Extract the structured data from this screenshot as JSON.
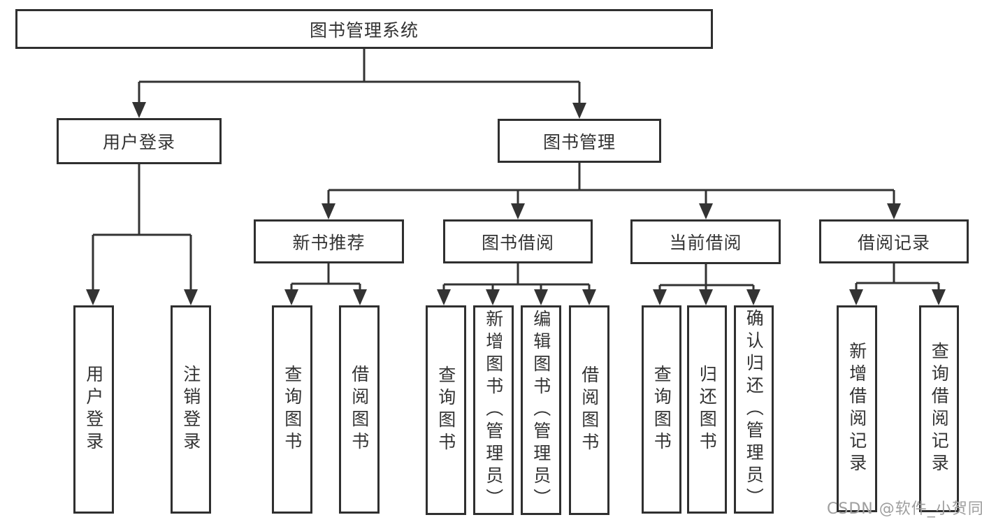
{
  "diagram": {
    "root": "图书管理系统",
    "branches": [
      {
        "label": "用户登录",
        "leaves": [
          "用户登录",
          "注销登录"
        ]
      },
      {
        "label": "图书管理",
        "groups": [
          {
            "label": "新书推荐",
            "leaves": [
              "查询图书",
              "借阅图书"
            ]
          },
          {
            "label": "图书借阅",
            "leaves": [
              "查询图书",
              "新增图书（管理员）",
              "编辑图书（管理员）",
              "借阅图书"
            ]
          },
          {
            "label": "当前借阅",
            "leaves": [
              "查询图书",
              "归还图书",
              "确认归还（管理员）"
            ]
          },
          {
            "label": "借阅记录",
            "leaves": [
              "新增借阅记录",
              "查询借阅记录"
            ]
          }
        ]
      }
    ]
  },
  "watermark": {
    "text": "CSDN @软件_小贺同学"
  },
  "colors": {
    "line": "#333333",
    "box_border": "#2f2f2f",
    "watermark": "#9e9e9e",
    "background": "#ffffff"
  }
}
